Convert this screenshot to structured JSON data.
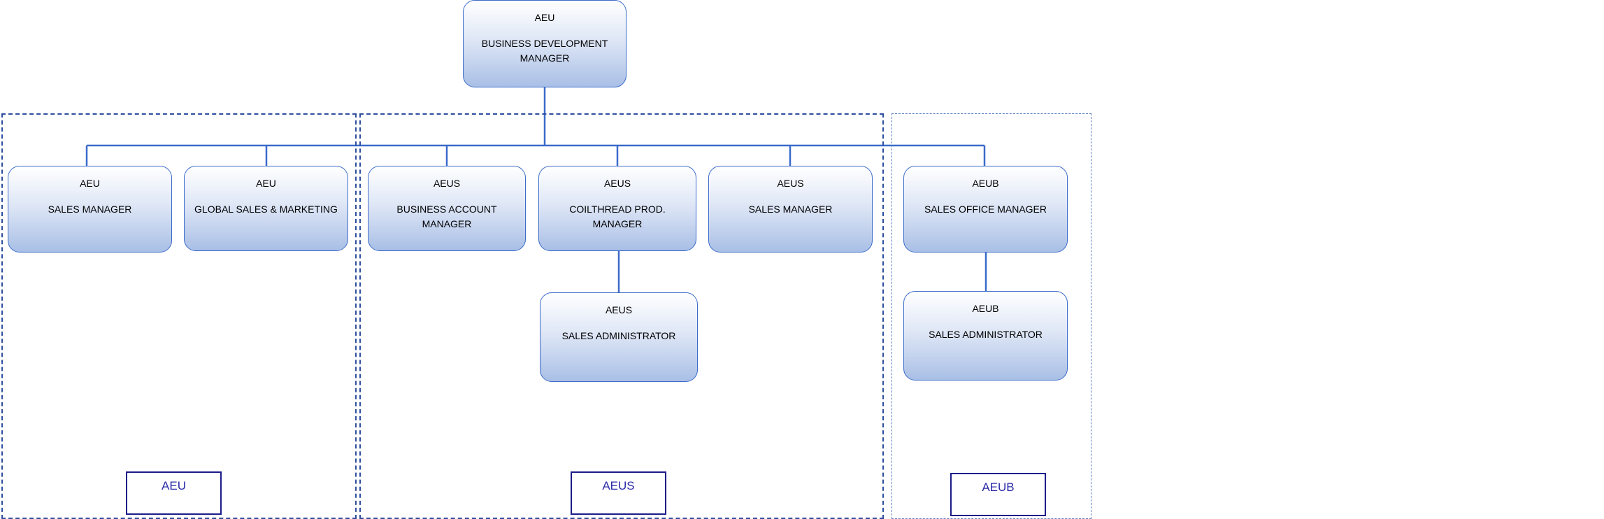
{
  "nodes": [
    {
      "id": "bdm",
      "org": "AEU",
      "role": "BUSINESS DEVELOPMENT MANAGER"
    },
    {
      "id": "aeu-sm",
      "org": "AEU",
      "role": "SALES MANAGER"
    },
    {
      "id": "aeu-gsm",
      "org": "AEU",
      "role": "GLOBAL SALES & MARKETING"
    },
    {
      "id": "aeus-bam",
      "org": "AEUS",
      "role": "BUSINESS ACCOUNT MANAGER"
    },
    {
      "id": "aeus-ctpm",
      "org": "AEUS",
      "role": "COILTHREAD PROD. MANAGER"
    },
    {
      "id": "aeus-sm",
      "org": "AEUS",
      "role": "SALES MANAGER"
    },
    {
      "id": "aeub-som",
      "org": "AEUB",
      "role": "SALES OFFICE MANAGER"
    },
    {
      "id": "aeus-sa",
      "org": "AEUS",
      "role": "SALES ADMINISTRATOR"
    },
    {
      "id": "aeub-sa",
      "org": "AEUB",
      "role": "SALES ADMINISTRATOR"
    }
  ],
  "regions": [
    {
      "id": "aeu",
      "label": "AEU"
    },
    {
      "id": "aeus",
      "label": "AEUS"
    },
    {
      "id": "aeub",
      "label": "AEUB"
    }
  ],
  "edges": [
    {
      "from": "bdm",
      "to": "aeu-sm"
    },
    {
      "from": "bdm",
      "to": "aeu-gsm"
    },
    {
      "from": "bdm",
      "to": "aeus-bam"
    },
    {
      "from": "bdm",
      "to": "aeus-ctpm"
    },
    {
      "from": "bdm",
      "to": "aeus-sm"
    },
    {
      "from": "bdm",
      "to": "aeub-som"
    },
    {
      "from": "aeus-ctpm",
      "to": "aeus-sa"
    },
    {
      "from": "aeub-som",
      "to": "aeub-sa"
    }
  ],
  "colors": {
    "line": "#3b6bc9",
    "region_border": "#2e4f9e",
    "legend_text": "#2b2ba8"
  }
}
